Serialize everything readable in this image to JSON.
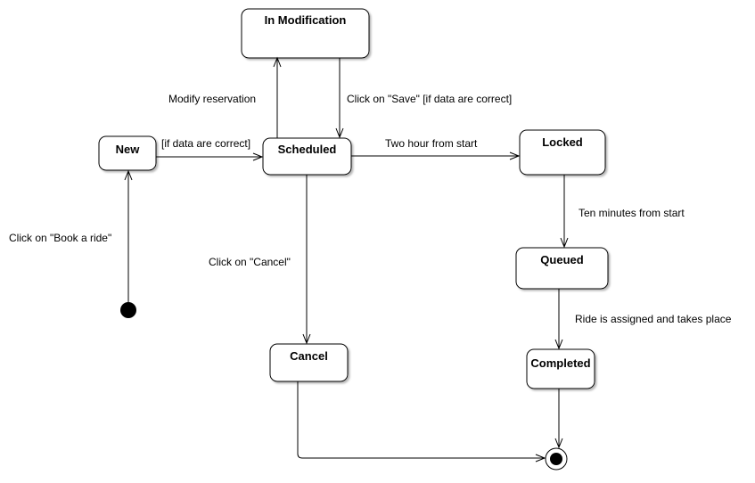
{
  "states": {
    "in_modification": "In Modification",
    "new": "New",
    "scheduled": "Scheduled",
    "locked": "Locked",
    "queued": "Queued",
    "cancel": "Cancel",
    "completed": "Completed"
  },
  "transitions": {
    "modify_reservation": "Modify reservation",
    "click_save": "Click on \"Save\" [if data are correct]",
    "if_data_correct": "[if data are correct]",
    "two_hour": "Two hour from start",
    "ten_minutes": "Ten minutes from start",
    "book_ride": "Click on \"Book a ride\"",
    "click_cancel": "Click on \"Cancel\"",
    "ride_assigned": "Ride is assigned and takes place"
  }
}
